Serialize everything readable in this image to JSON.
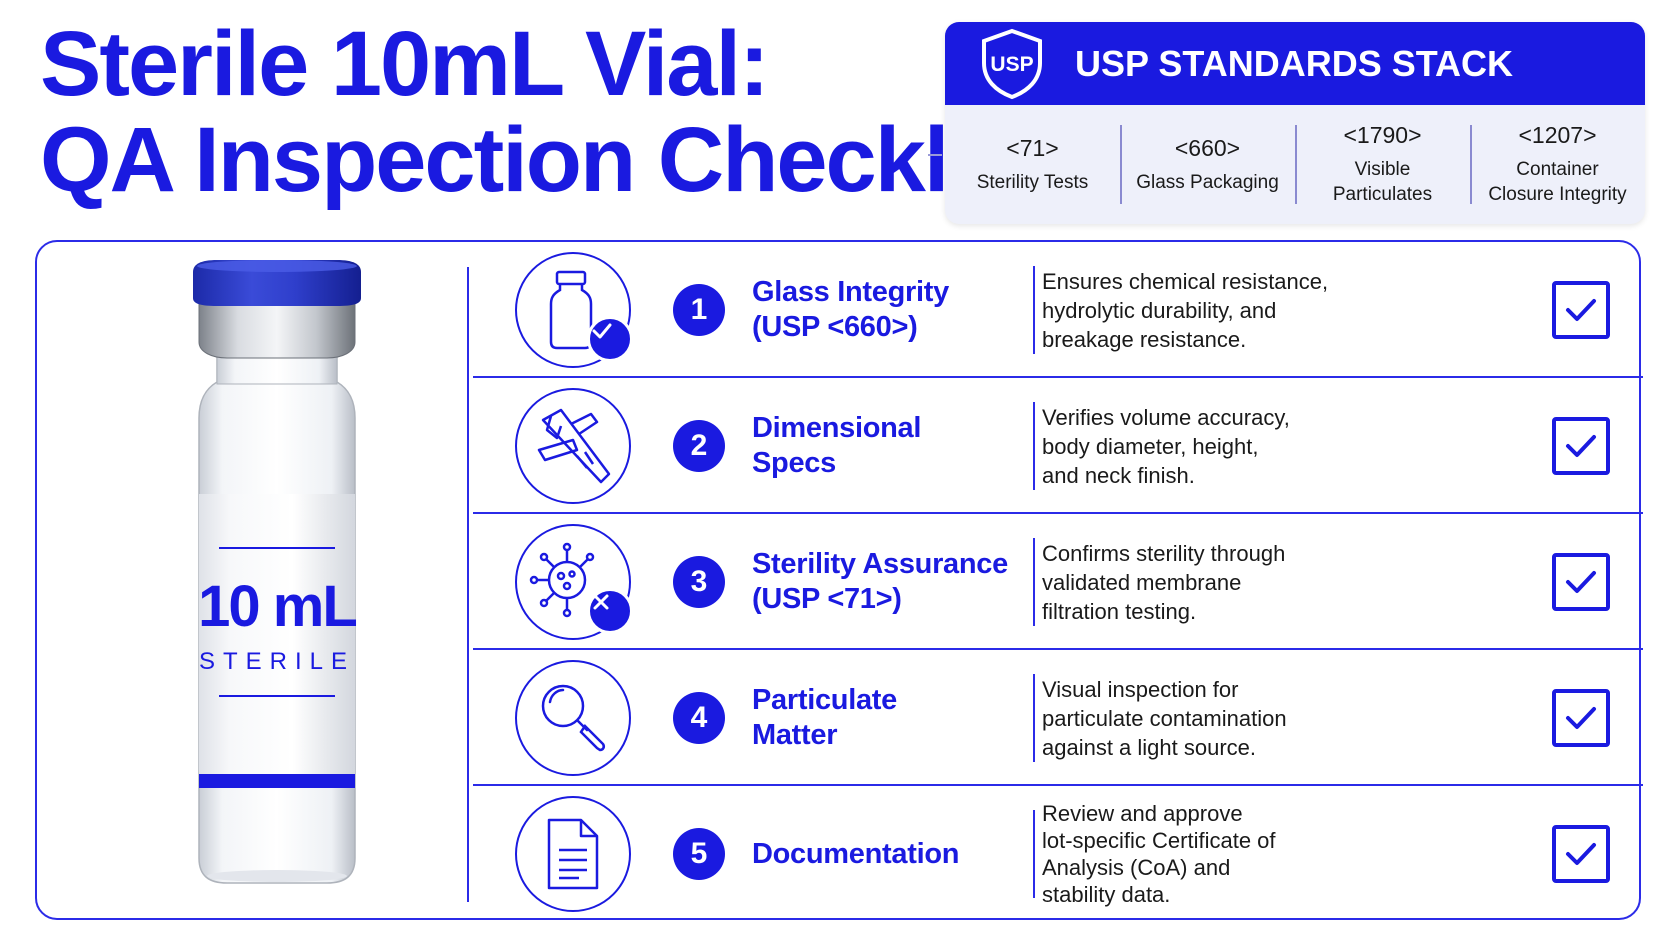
{
  "title": {
    "line1": "Sterile 10mL Vial:",
    "line2": "QA Inspection Checklist"
  },
  "usp_stack": {
    "badge_text": "USP",
    "header": "USP STANDARDS STACK",
    "items": [
      {
        "code": "<71>",
        "name": "Sterility Tests"
      },
      {
        "code": "<660>",
        "name": "Glass Packaging"
      },
      {
        "code": "<1790>",
        "name": "Visible\nParticulates"
      },
      {
        "code": "<1207>",
        "name": "Container\nClosure Integrity"
      }
    ]
  },
  "vial": {
    "volume": "10 mL",
    "label": "STERILE"
  },
  "checklist": [
    {
      "number": "1",
      "title": "Glass Integrity\n(USP <660>)",
      "description": "Ensures chemical resistance,\nhydrolytic durability, and\nbreakage resistance.",
      "icon": "vial-check-icon",
      "checked": true
    },
    {
      "number": "2",
      "title": "Dimensional\nSpecs",
      "description": "Verifies volume accuracy,\nbody diameter, height,\nand neck finish.",
      "icon": "caliper-icon",
      "checked": true
    },
    {
      "number": "3",
      "title": "Sterility Assurance\n(USP <71>)",
      "description": "Confirms sterility through\nvalidated membrane\nfiltration testing.",
      "icon": "microbe-x-icon",
      "checked": true
    },
    {
      "number": "4",
      "title": "Particulate\nMatter",
      "description": "Visual inspection for\nparticulate contamination\nagainst a light source.",
      "icon": "magnifier-icon",
      "checked": true
    },
    {
      "number": "5",
      "title": "Documentation",
      "description": "Review and approve\nlot-specific Certificate of\nAnalysis (CoA) and\nstability data.",
      "icon": "document-icon",
      "checked": true
    }
  ],
  "colors": {
    "accent": "#1a1ae0",
    "panel_border": "#2b2be8",
    "usp_panel_bg": "#eef0fa"
  }
}
